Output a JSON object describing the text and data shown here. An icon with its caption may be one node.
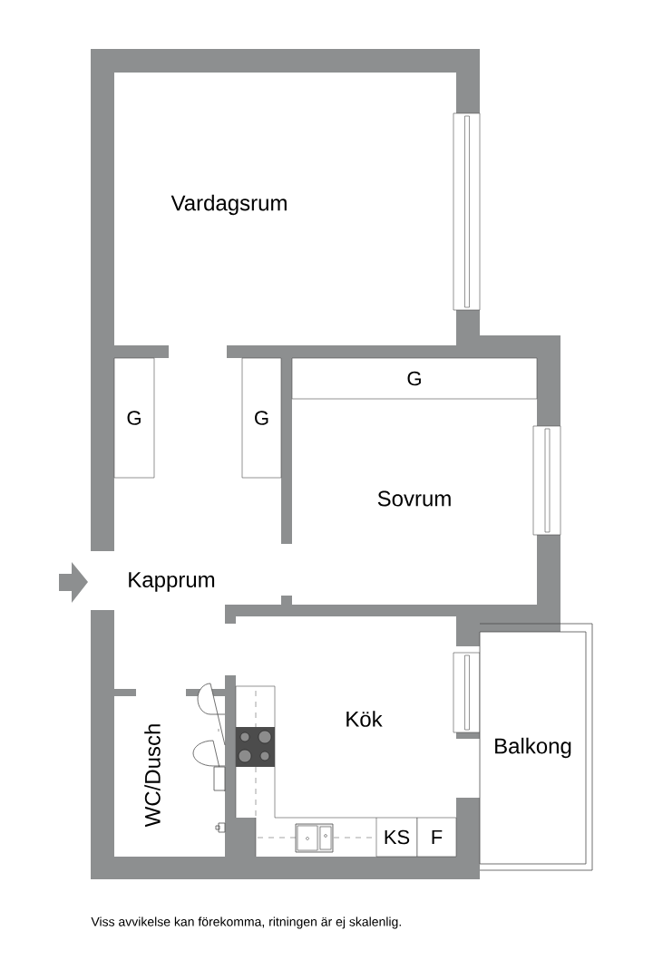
{
  "diagram": {
    "caption": "Viss avvikelse kan förekomma, ritningen är ej skalenlig.",
    "nodes": [
      {
        "text": [
          "Vardagsrum"
        ]
      },
      {
        "text": [
          "G"
        ]
      },
      {
        "text": [
          "G"
        ]
      },
      {
        "text": [
          "G"
        ]
      },
      {
        "text": [
          "Sovrum"
        ]
      },
      {
        "text": [
          "Kapprum"
        ]
      },
      {
        "text": [
          "WC/Dusch"
        ]
      },
      {
        "text": [
          "Kök"
        ]
      },
      {
        "text": [
          "KS"
        ]
      },
      {
        "text": [
          "F"
        ]
      },
      {
        "text": [
          "Balkong"
        ]
      }
    ]
  }
}
